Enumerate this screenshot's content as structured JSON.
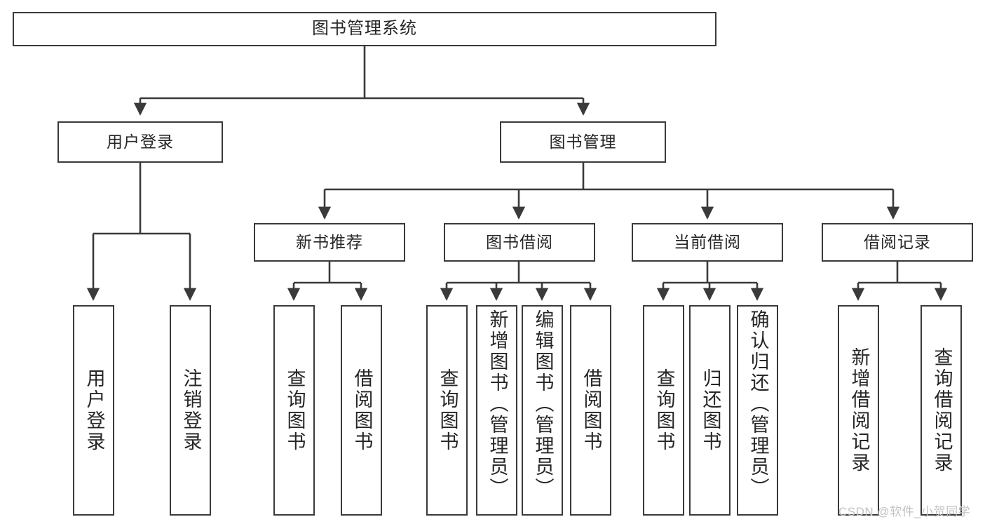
{
  "diagram": {
    "type": "tree-hierarchy",
    "title": "图书管理系统",
    "orientation": "top-down",
    "line_color": "#3a3a3a",
    "box_fill": "#ffffff",
    "text_color": "#262626",
    "levels": 4
  },
  "nodes": {
    "root": {
      "label": "图书管理系统"
    },
    "level2": [
      {
        "id": "user-login",
        "label": "用户登录"
      },
      {
        "id": "book-management",
        "label": "图书管理"
      }
    ],
    "level3": [
      {
        "id": "new-book-recommend",
        "label": "新书推荐"
      },
      {
        "id": "book-borrow",
        "label": "图书借阅"
      },
      {
        "id": "current-borrow",
        "label": "当前借阅"
      },
      {
        "id": "borrow-record",
        "label": "借阅记录"
      }
    ],
    "leaves": {
      "user_login": [
        {
          "id": "leaf-user-login",
          "label": "用户登录"
        },
        {
          "id": "leaf-logout-login",
          "label": "注销登录"
        }
      ],
      "new_book_recommend": [
        {
          "id": "leaf-query-book-1",
          "label": "查询图书"
        },
        {
          "id": "leaf-borrow-book-1",
          "label": "借阅图书"
        }
      ],
      "book_borrow": [
        {
          "id": "leaf-query-book-2",
          "label": "查询图书"
        },
        {
          "id": "leaf-add-book-admin",
          "label": "新增图书（管理员）"
        },
        {
          "id": "leaf-edit-book-admin",
          "label": "编辑图书（管理员）"
        },
        {
          "id": "leaf-borrow-book-2",
          "label": "借阅图书"
        }
      ],
      "current_borrow": [
        {
          "id": "leaf-query-book-3",
          "label": "查询图书"
        },
        {
          "id": "leaf-return-book",
          "label": "归还图书"
        },
        {
          "id": "leaf-confirm-return-admin",
          "label": "确认归还（管理员）"
        }
      ],
      "borrow_record": [
        {
          "id": "leaf-add-borrow-record",
          "label": "新增借阅记录"
        },
        {
          "id": "leaf-query-borrow-record",
          "label": "查询借阅记录"
        }
      ]
    }
  },
  "watermark": {
    "text": "CSDN @软件_小贺同学"
  }
}
